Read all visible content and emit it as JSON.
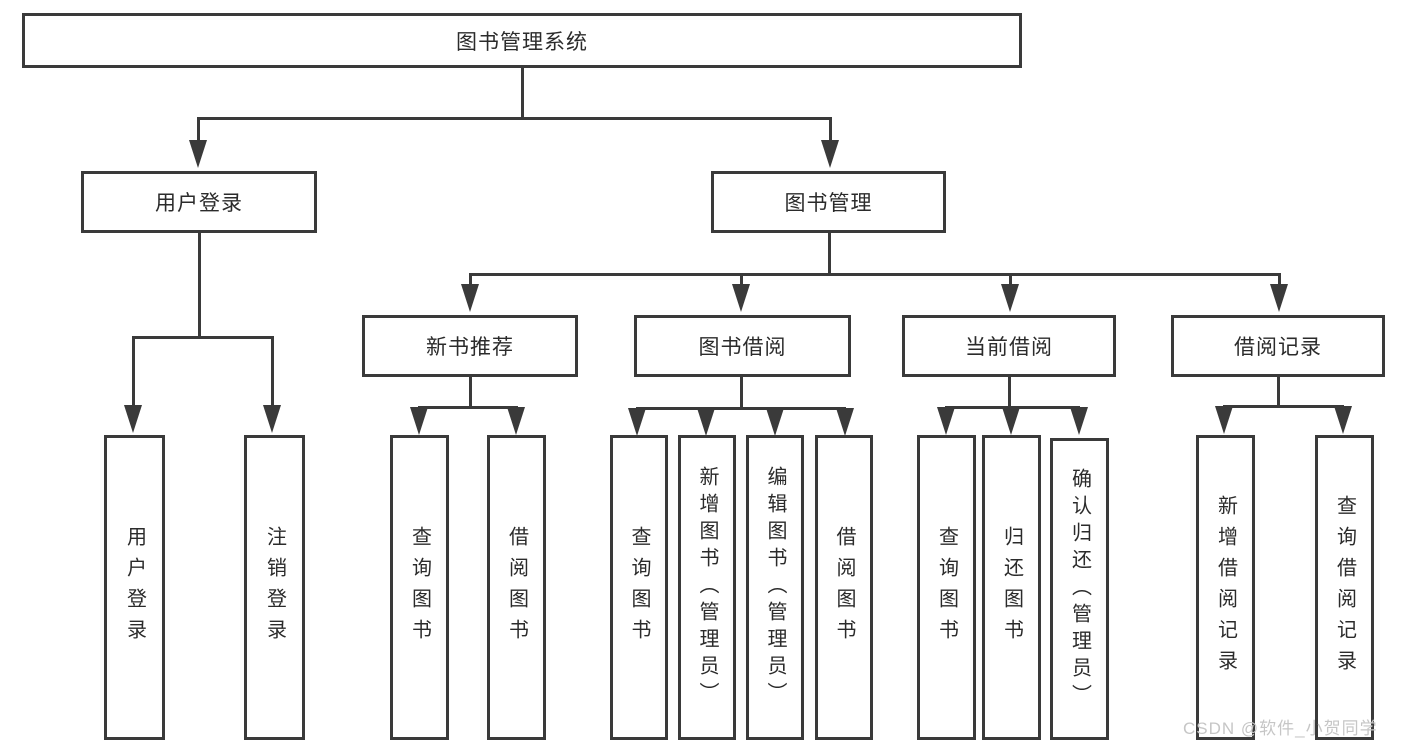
{
  "colors": {
    "line": "#3a3a3a",
    "text": "#2b2b2b",
    "box_bg": "#ffffff",
    "watermark": "#c6c6c6"
  },
  "diagram": {
    "title": "图书管理系统",
    "root": {
      "label": "图书管理系统"
    },
    "level2": [
      {
        "label": "用户登录",
        "leaves": [
          {
            "label": "用户登录"
          },
          {
            "label": "注销登录"
          }
        ]
      },
      {
        "label": "图书管理",
        "groups": [
          {
            "label": "新书推荐",
            "leaves": [
              {
                "label": "查询图书"
              },
              {
                "label": "借阅图书"
              }
            ]
          },
          {
            "label": "图书借阅",
            "leaves": [
              {
                "label": "查询图书"
              },
              {
                "label": "新增图书（管理员）"
              },
              {
                "label": "编辑图书（管理员）"
              },
              {
                "label": "借阅图书"
              }
            ]
          },
          {
            "label": "当前借阅",
            "leaves": [
              {
                "label": "查询图书"
              },
              {
                "label": "归还图书"
              },
              {
                "label": "确认归还（管理员）"
              }
            ]
          },
          {
            "label": "借阅记录",
            "leaves": [
              {
                "label": "新增借阅记录"
              },
              {
                "label": "查询借阅记录"
              }
            ]
          }
        ]
      }
    ]
  },
  "watermark": {
    "text": "CSDN @软件_小贺同学"
  }
}
